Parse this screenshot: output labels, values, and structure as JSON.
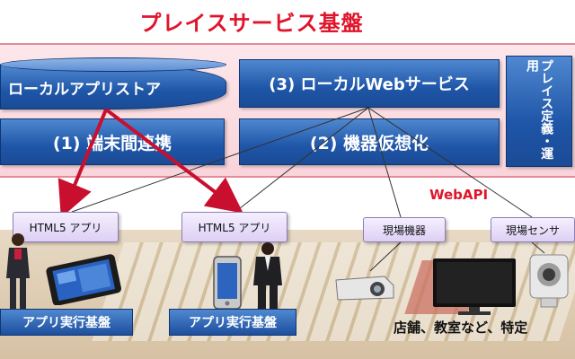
{
  "title": "プレイスサービス基盤",
  "platform": {
    "local_app_store": "ローカルアプリストア",
    "local_web_service": "(3) ローカルWebサービス",
    "device_link": "(1) 端末間連携",
    "device_virtualization": "(2) 機器仮想化",
    "operations": "プレイス定義・運用"
  },
  "webapi_label": "WebAPI",
  "cards": {
    "html5_app_1": "HTML5 アプリ",
    "html5_app_2": "HTML5 アプリ",
    "field_device": "現場機器",
    "field_sensor": "現場センサ"
  },
  "bases": {
    "app_base_1": "アプリ実行基盤",
    "app_base_2": "アプリ実行基盤"
  },
  "venue_text": "店舗、教室など、特定",
  "colors": {
    "accent_red": "#e0142b",
    "platform_blue": "#1f56a8",
    "card_purple": "#ddd0f4"
  }
}
